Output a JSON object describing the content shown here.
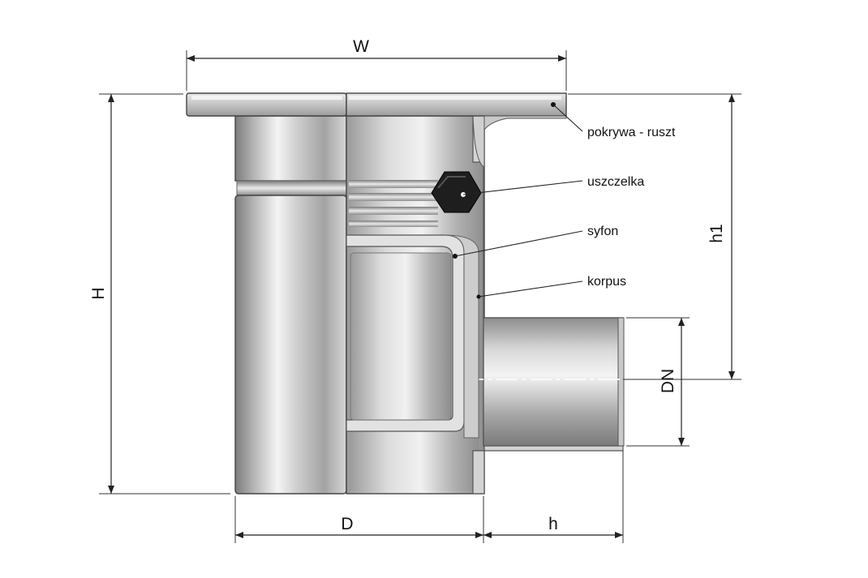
{
  "dimensions": {
    "width": "W",
    "height": "H",
    "diameter": "D",
    "outlet_length": "h",
    "outlet_height": "h1",
    "outlet_diameter": "DN"
  },
  "parts": [
    {
      "id": "grate",
      "label": "pokrywa - ruszt"
    },
    {
      "id": "seal",
      "label": "uszczelka"
    },
    {
      "id": "trap",
      "label": "syfon"
    },
    {
      "id": "body",
      "label": "korpus"
    }
  ],
  "colors": {
    "seal": "#1e1e1e",
    "metal_dark": "#8a8a8a",
    "metal_light": "#f2f2f2",
    "cut_face": "#d4d4d4"
  }
}
